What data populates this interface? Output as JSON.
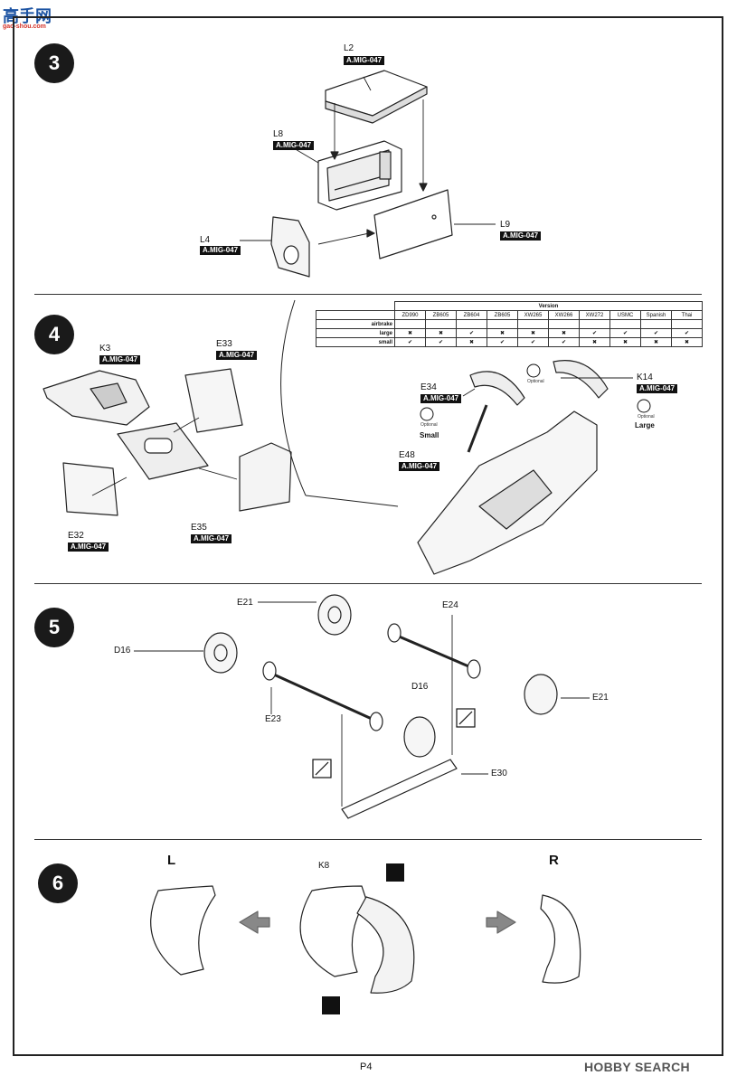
{
  "watermark": {
    "site_name": "高手网",
    "site_url": "gao-shou.com",
    "brand": "HOBBY SEARCH"
  },
  "page": {
    "number": "P4"
  },
  "steps": [
    {
      "number": "3",
      "labels": [
        {
          "code": "L2",
          "tag": "A.MIG-047"
        },
        {
          "code": "L8",
          "tag": "A.MIG-047"
        },
        {
          "code": "L4",
          "tag": "A.MIG-047"
        },
        {
          "code": "L9",
          "tag": "A.MIG-047"
        }
      ]
    },
    {
      "number": "4",
      "labels": [
        {
          "code": "K3",
          "tag": "A.MIG-047"
        },
        {
          "code": "E33",
          "tag": "A.MIG-047"
        },
        {
          "code": "E32",
          "tag": "A.MIG-047"
        },
        {
          "code": "E35",
          "tag": "A.MIG-047"
        },
        {
          "code": "E34",
          "tag": "A.MIG-047",
          "note": "Small"
        },
        {
          "code": "E48",
          "tag": "A.MIG-047"
        },
        {
          "code": "K14",
          "tag": "A.MIG-047",
          "note": "Large"
        }
      ],
      "optional_text": "Optional"
    },
    {
      "number": "5",
      "labels": [
        "E21",
        "E24",
        "D16",
        "E23",
        "D16",
        "E21",
        "E30"
      ]
    },
    {
      "number": "6",
      "labels": [
        "L",
        "K8",
        "R"
      ]
    }
  ],
  "version_table": {
    "title": "Version",
    "columns": [
      "ZD990",
      "ZB605",
      "ZB604",
      "ZB605",
      "XW265",
      "XW266",
      "XW272",
      "USMC",
      "Spanish",
      "Thai"
    ],
    "rows": [
      {
        "label": "airbrake",
        "cells": [
          "",
          "",
          "",
          "",
          "",
          "",
          "",
          "",
          "",
          ""
        ]
      },
      {
        "label": "large",
        "cells": [
          "✖",
          "✖",
          "✔",
          "✖",
          "✖",
          "✖",
          "✔",
          "✔",
          "✔",
          "✔"
        ]
      },
      {
        "label": "small",
        "cells": [
          "✔",
          "✔",
          "✖",
          "✔",
          "✔",
          "✔",
          "✖",
          "✖",
          "✖",
          "✖"
        ]
      }
    ]
  }
}
